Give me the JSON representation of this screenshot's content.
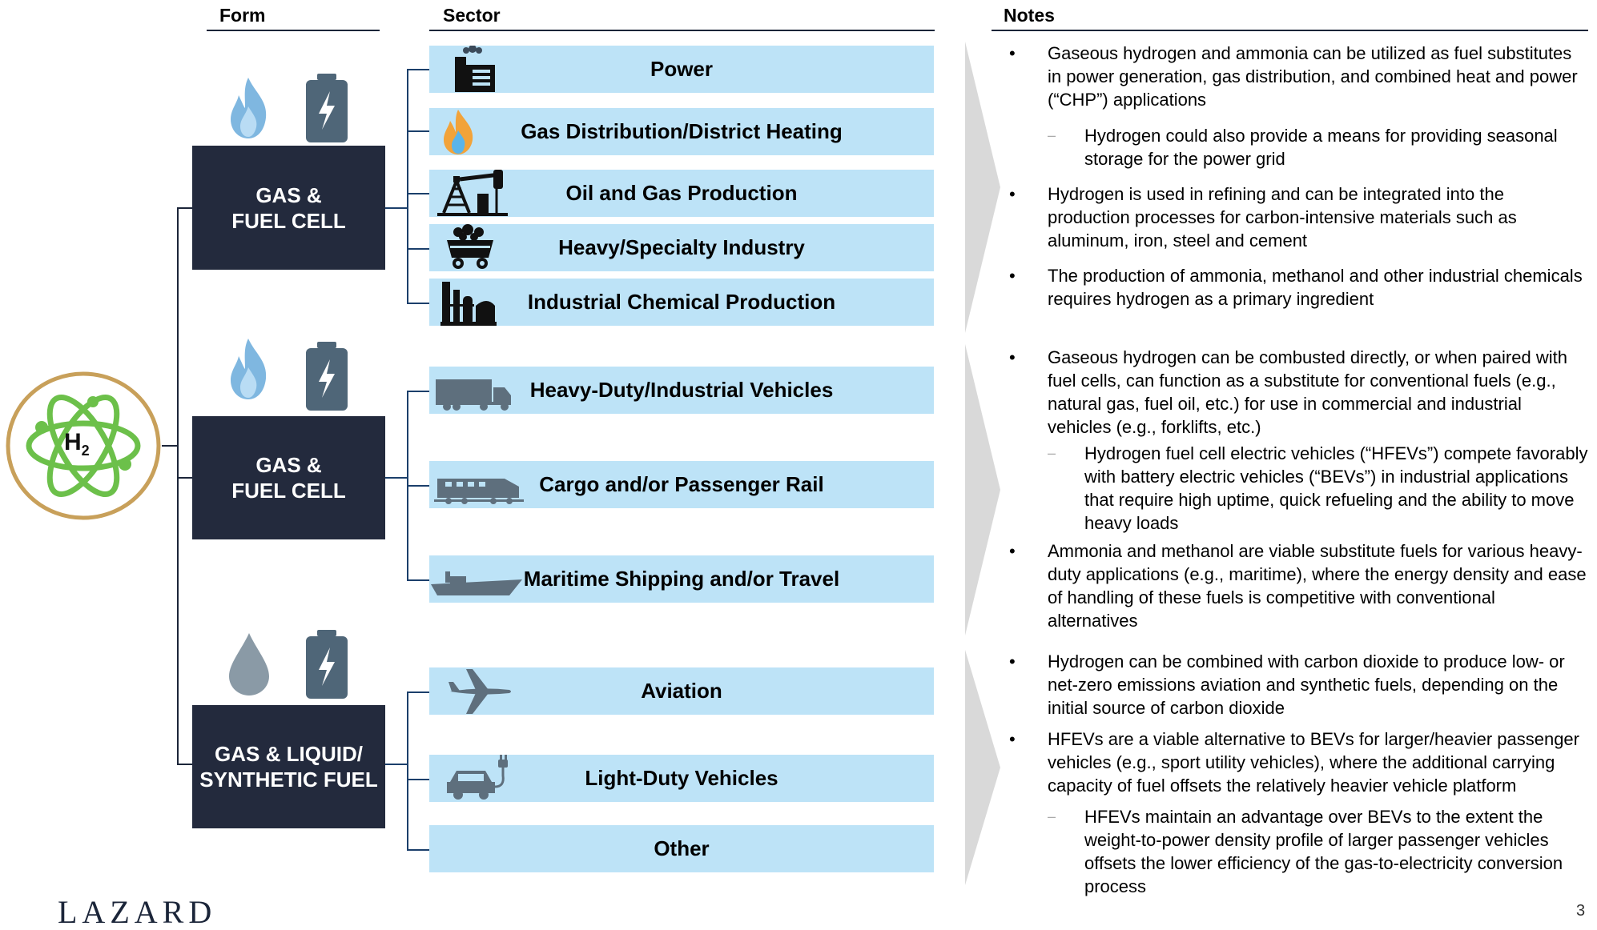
{
  "headers": {
    "form": "Form",
    "sector": "Sector",
    "notes": "Notes"
  },
  "hub_label": "H2",
  "colors": {
    "form_box": "#232a3d",
    "sector_box": "#bde3f7",
    "tree_line": "#1b3f6b",
    "hub_ring": "#c8a05a",
    "hub_atom": "#6cc04a",
    "icon_gray": "#5e6f7d"
  },
  "forms": [
    {
      "label_line1": "GAS &",
      "label_line2": "FUEL CELL",
      "icons": [
        "flame-icon",
        "battery-icon"
      ]
    },
    {
      "label_line1": "GAS &",
      "label_line2": "FUEL CELL",
      "icons": [
        "flame-icon",
        "battery-icon"
      ]
    },
    {
      "label_line1": "GAS & LIQUID/",
      "label_line2": "SYNTHETIC FUEL",
      "icons": [
        "droplet-icon",
        "battery-icon"
      ]
    }
  ],
  "sectors": [
    {
      "label": "Power",
      "icon": "power-plant-icon"
    },
    {
      "label": "Gas Distribution/District Heating",
      "icon": "flame-icon"
    },
    {
      "label": "Oil and Gas Production",
      "icon": "oil-pump-icon"
    },
    {
      "label": "Heavy/Specialty Industry",
      "icon": "mine-cart-icon"
    },
    {
      "label": "Industrial Chemical Production",
      "icon": "refinery-icon"
    },
    {
      "label": "Heavy-Duty/Industrial Vehicles",
      "icon": "truck-icon"
    },
    {
      "label": "Cargo and/or Passenger Rail",
      "icon": "train-icon"
    },
    {
      "label": "Maritime Shipping and/or Travel",
      "icon": "ship-icon"
    },
    {
      "label": "Aviation",
      "icon": "airplane-icon"
    },
    {
      "label": "Light-Duty Vehicles",
      "icon": "electric-car-icon"
    },
    {
      "label": "Other",
      "icon": ""
    }
  ],
  "notes": {
    "group1": {
      "b1": "Gaseous hydrogen and ammonia can be utilized as fuel substitutes in power generation, gas distribution, and combined heat and power (“CHP”) applications",
      "s1": "Hydrogen could also provide a means for providing seasonal storage for the power grid",
      "b2": "Hydrogen is used in refining and can be integrated into the production processes for carbon-intensive materials such as aluminum, iron, steel and cement",
      "b3": "The production of ammonia, methanol and other industrial chemicals requires hydrogen as a primary ingredient"
    },
    "group2": {
      "b1": "Gaseous hydrogen can be combusted directly, or when paired with fuel cells, can function as a substitute for conventional fuels (e.g., natural gas, fuel oil, etc.) for use in commercial and industrial vehicles (e.g., forklifts, etc.)",
      "s1": "Hydrogen fuel cell electric vehicles (“HFEVs”) compete favorably with battery electric vehicles (“BEVs”) in industrial applications that require high uptime, quick refueling and the ability to move heavy loads",
      "b2": "Ammonia and methanol are viable substitute fuels for various heavy-duty applications (e.g., maritime), where the energy density and ease of handling of these fuels is competitive with conventional alternatives"
    },
    "group3": {
      "b1": "Hydrogen can be combined with carbon dioxide to produce low- or net-zero emissions aviation and synthetic fuels, depending on the initial source of carbon dioxide",
      "b2": "HFEVs are a viable alternative to BEVs for larger/heavier passenger vehicles (e.g., sport utility vehicles), where the additional carrying capacity of fuel offsets the relatively heavier vehicle platform",
      "s1": "HFEVs maintain an advantage over BEVs to the extent the weight-to-power density profile of larger passenger vehicles offsets the lower efficiency of the gas-to-electricity conversion process"
    }
  },
  "footer": {
    "logo": "LAZARD",
    "page_number": "3"
  }
}
